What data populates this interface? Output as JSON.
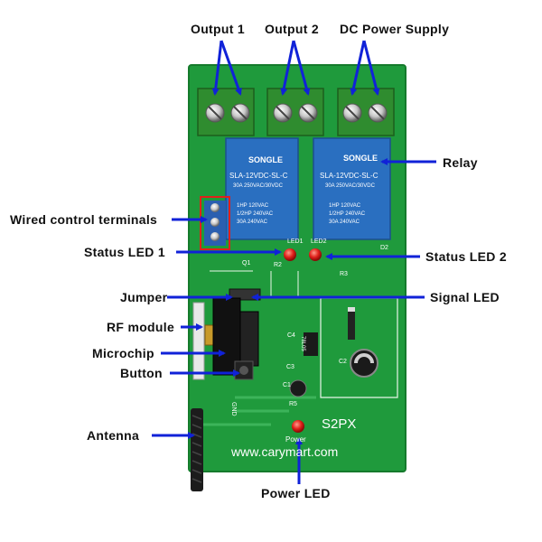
{
  "labels": {
    "output1": "Output 1",
    "output2": "Output 2",
    "dc_power": "DC Power Supply",
    "relay": "Relay",
    "wired_control": "Wired control terminals",
    "status_led_1": "Status LED 1",
    "status_led_2": "Status LED 2",
    "jumper": "Jumper",
    "signal_led": "Signal LED",
    "rf_module": "RF module",
    "microchip": "Microchip",
    "button": "Button",
    "antenna": "Antenna",
    "power_led": "Power LED"
  },
  "board": {
    "model": "S2PX",
    "website": "www.carymart.com",
    "relay_brand": "SONGLE",
    "relay_model": "SLA-12VDC-SL-C",
    "relay_rating_1": "30A 250VAC/30VDC",
    "relay_rating_2": "1HP 120VAC",
    "relay_rating_3": "1/2HP 240VAC",
    "relay_rating_4": "30A 240VAC",
    "led1_text": "LED1",
    "led2_text": "LED2",
    "power_text": "Power",
    "q1_text": "Q1",
    "r2_text": "R2",
    "r3_text": "R3",
    "d2_text": "D2",
    "c2_text": "C2",
    "c4_text": "C4",
    "c3_text": "C3",
    "c1_text": "C1",
    "r5_text": "R5",
    "reg_text": "78L05",
    "gnd_text": "GND"
  },
  "colors": {
    "pcb": "#1f9a3c",
    "arrow": "#1022d8",
    "relay": "#2a6fc0",
    "terminal": "#2f8c2f",
    "led": "#e0201a"
  }
}
